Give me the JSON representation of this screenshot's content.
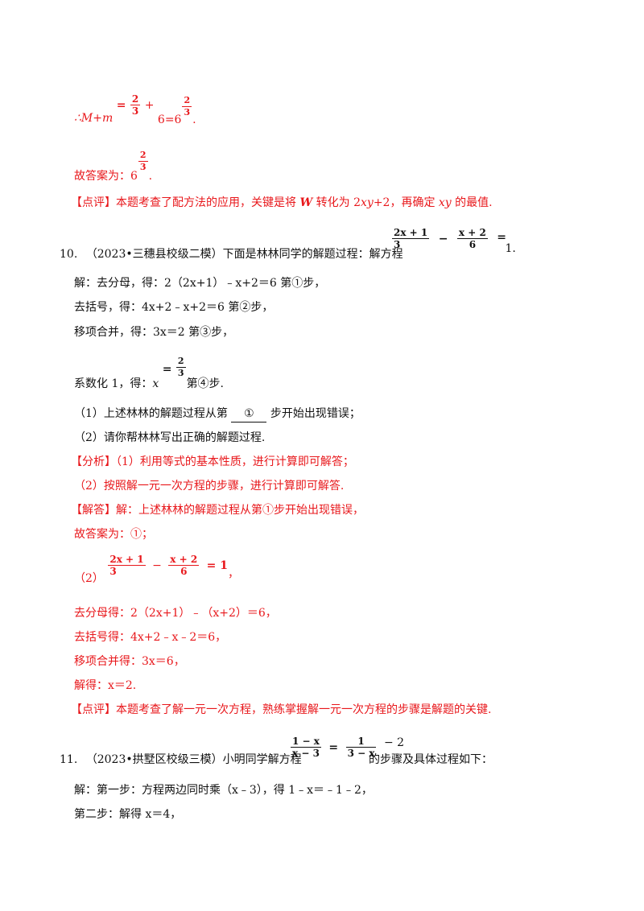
{
  "colors": {
    "highlight": "#e8171b",
    "text": "#111111"
  },
  "prev": {
    "mm_prefix": "∴M+m",
    "mm_eq": "=",
    "mm_frac_num": "2",
    "mm_frac_den": "3",
    "mm_plus": "+",
    "mm_six": "6",
    "mm_eq_result": "=6",
    "mm_exp_num": "2",
    "mm_exp_den": "3",
    "mm_end": ".",
    "answer_label": "故答案为：6",
    "answer_exp_num": "2",
    "answer_exp_den": "3",
    "answer_end": ".",
    "comment_tag": "【点评】",
    "comment_text_1": "本题考查了配方法的应用，关键是将 ",
    "comment_W": "W",
    "comment_text_2": " 转化为 2",
    "comment_xy1": "xy",
    "comment_text_3": "+2，再确定 ",
    "comment_xy2": "xy",
    "comment_text_4": " 的最值."
  },
  "q10": {
    "number": "10.",
    "intro": "（2023•三穗县校级二模）下面是林林同学的解题过程：解方程",
    "eq_frac1_num": "2x + 1",
    "eq_frac1_den": "3",
    "eq_minus": "−",
    "eq_frac2_num": "x + 2",
    "eq_frac2_den": "6",
    "eq_equals": "=",
    "eq_rhs": "1.",
    "s1": "解：去分母，得：2（2x+1）﹣x+2＝6 第①步，",
    "s2": "去括号，得：4x+2﹣x+2＝6 第②步，",
    "s3": "移项合并，得：3x＝2 第③步，",
    "s4_pre": "系数化 1，得：",
    "s4_x": "x",
    "s4_eq": "=",
    "s4_num": "2",
    "s4_den": "3",
    "s4_post": "第④步.",
    "p1_pre": "（1）上述林林的解题过程从第",
    "p1_blank": "①",
    "p1_post": "步开始出现错误；",
    "p2": "（2）请你帮林林写出正确的解题过程.",
    "analysis_tag": "【分析】",
    "analysis_1": "（1）利用等式的基本性质，进行计算即可解答；",
    "analysis_2": "（2）按照解一元一次方程的步骤，进行计算即可解答.",
    "answer_tag": "【解答】",
    "answer_1": "解：上述林林的解题过程从第①步开始出现错误，",
    "answer_2": "故答案为：①；",
    "sol_label": "（2）",
    "sol_frac1_num": "2x + 1",
    "sol_frac1_den": "3",
    "sol_minus": "−",
    "sol_frac2_num": "x + 2",
    "sol_frac2_den": "6",
    "sol_equals": "= 1",
    "sol_end": "，",
    "r1": "去分母得：2（2x+1）﹣（x+2）＝6，",
    "r2": "去括号得：4x+2﹣x﹣2＝6，",
    "r3": "移项合并得：3x＝6，",
    "r4": "解得：x＝2.",
    "comment_tag": "【点评】",
    "comment": "本题考查了解一元一次方程，熟练掌握解一元一次方程的步骤是解题的关键."
  },
  "q11": {
    "number": "11.",
    "intro": "（2023•拱墅区校级三模）小明同学解方程",
    "eq_frac1_num": "1 − x",
    "eq_frac1_den": "x − 3",
    "eq_equals": "=",
    "eq_frac2_num": "1",
    "eq_frac2_den": "3 − x",
    "eq_tail": "− 2",
    "intro_end": "的步骤及具体过程如下：",
    "s1": "解：第一步：方程两边同时乘（x﹣3），得 1﹣x＝﹣1﹣2，",
    "s2": "第二步：解得 x＝4，"
  }
}
